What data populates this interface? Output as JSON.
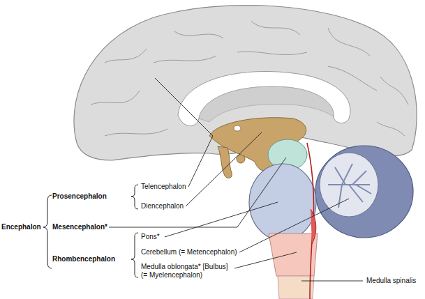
{
  "diagram": {
    "labels": [
      "Encephalon",
      "Prosencephalon",
      "Telencephalon",
      "Diencephalon",
      "Mesencephalon*",
      "Pons*",
      "Rhombencephalon",
      "Cerebellum (= Metencephalon)",
      "Medulla oblongata* [Bulbus] (= Myelencephalon)",
      "Medulla spinalis"
    ]
  }
}
